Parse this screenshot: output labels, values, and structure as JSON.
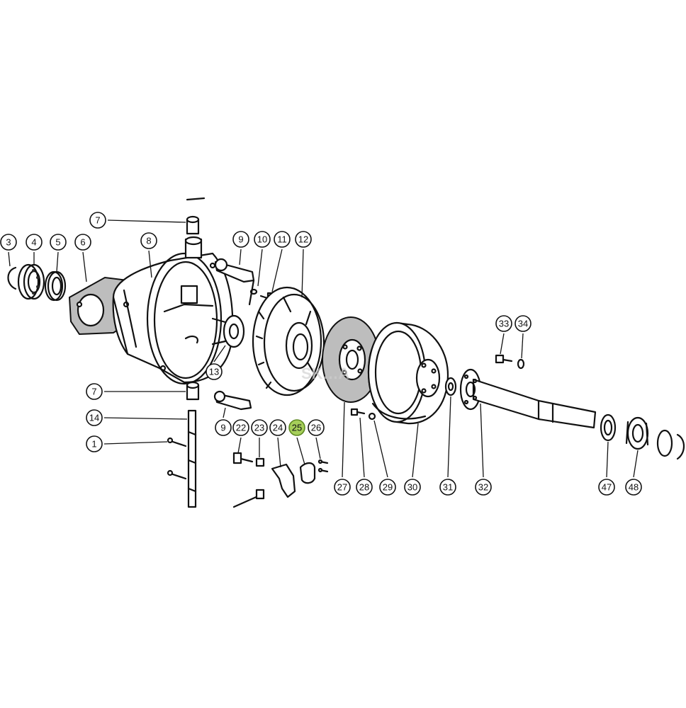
{
  "watermark": {
    "text": "SK…A"
  },
  "highlight_color": "#a6cf5a",
  "callouts": [
    {
      "label": "3",
      "highlight": false
    },
    {
      "label": "4",
      "highlight": false
    },
    {
      "label": "5",
      "highlight": false
    },
    {
      "label": "6",
      "highlight": false
    },
    {
      "label": "7",
      "highlight": false
    },
    {
      "label": "8",
      "highlight": false
    },
    {
      "label": "9",
      "highlight": false
    },
    {
      "label": "10",
      "highlight": false
    },
    {
      "label": "11",
      "highlight": false
    },
    {
      "label": "12",
      "highlight": false
    },
    {
      "label": "13",
      "highlight": false
    },
    {
      "label": "7",
      "highlight": false
    },
    {
      "label": "14",
      "highlight": false
    },
    {
      "label": "1",
      "highlight": false
    },
    {
      "label": "9",
      "highlight": false
    },
    {
      "label": "22",
      "highlight": false
    },
    {
      "label": "23",
      "highlight": false
    },
    {
      "label": "24",
      "highlight": false
    },
    {
      "label": "25",
      "highlight": true
    },
    {
      "label": "26",
      "highlight": false
    },
    {
      "label": "27",
      "highlight": false
    },
    {
      "label": "28",
      "highlight": false
    },
    {
      "label": "29",
      "highlight": false
    },
    {
      "label": "30",
      "highlight": false
    },
    {
      "label": "31",
      "highlight": false
    },
    {
      "label": "32",
      "highlight": false
    },
    {
      "label": "33",
      "highlight": false
    },
    {
      "label": "34",
      "highlight": false
    },
    {
      "label": "47",
      "highlight": false
    },
    {
      "label": "48",
      "highlight": false
    }
  ]
}
